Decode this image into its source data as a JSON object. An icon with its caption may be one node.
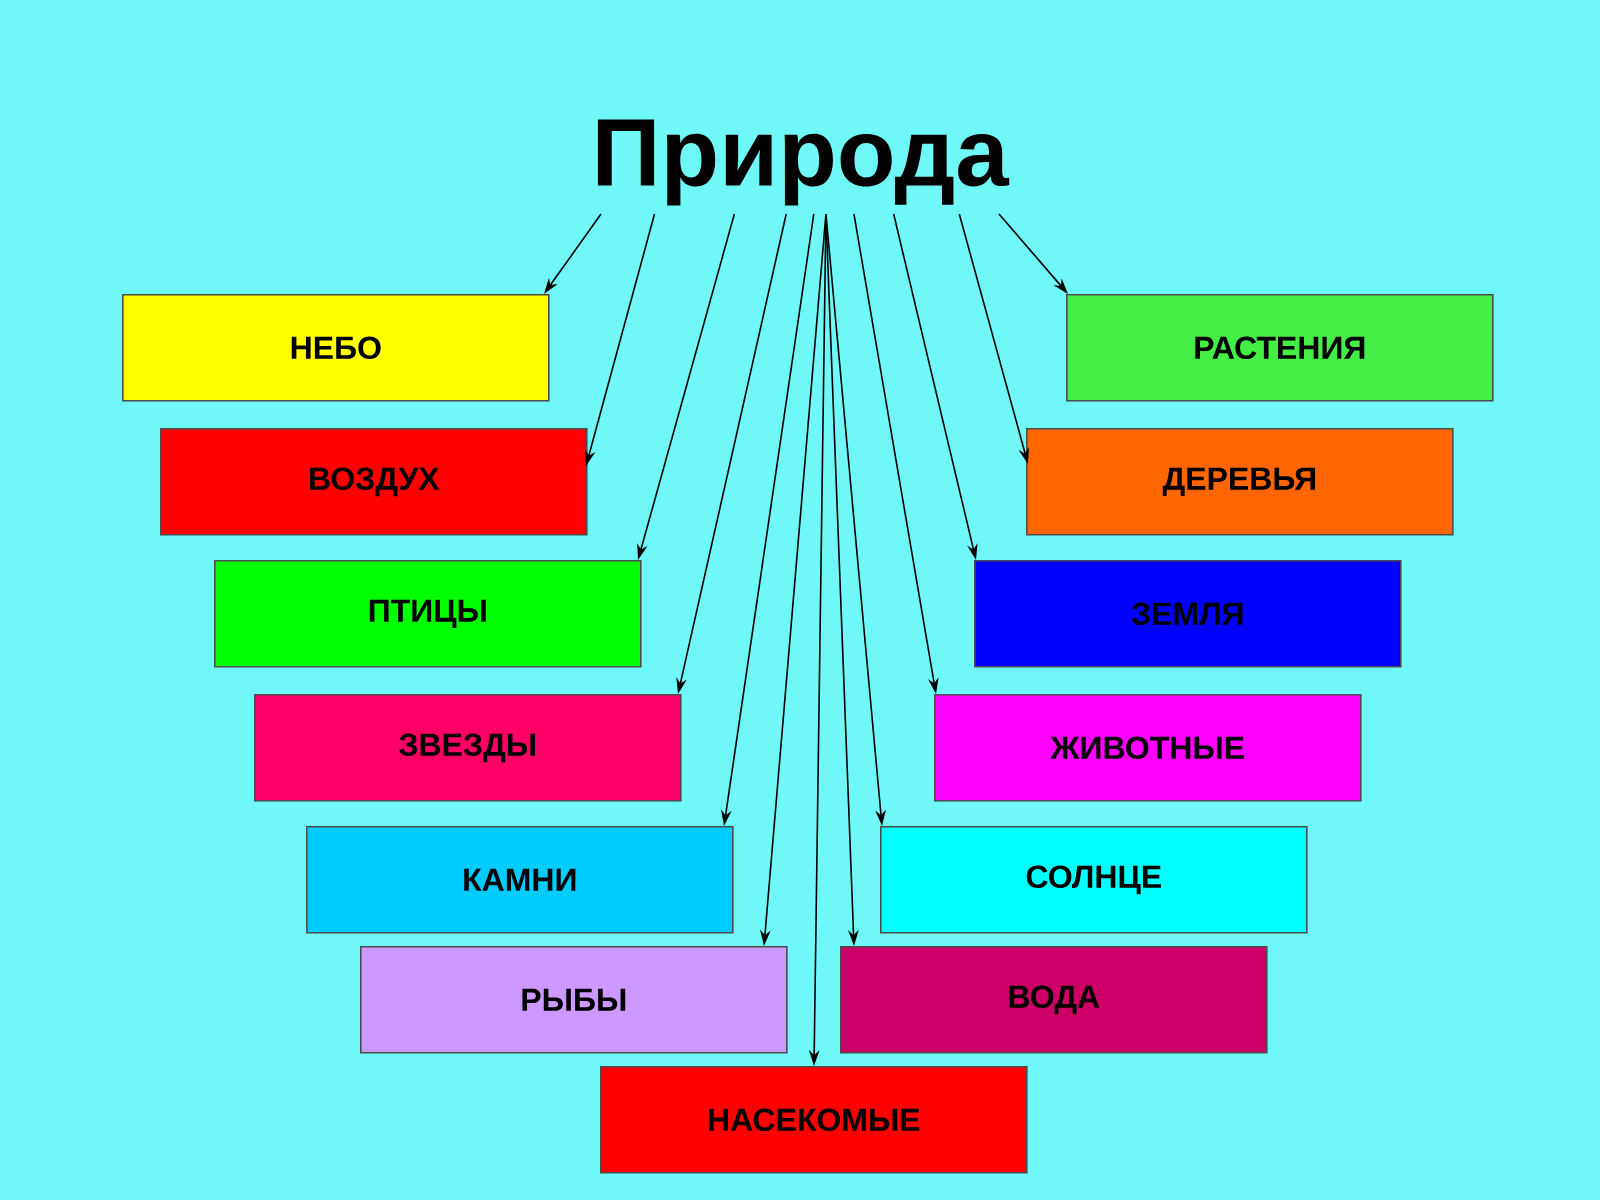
{
  "diagram": {
    "nodes": [
      {
        "text": [
          "Природа"
        ]
      },
      {
        "text": [
          "НЕБО"
        ]
      },
      {
        "text": [
          "РАСТЕНИЯ"
        ]
      },
      {
        "text": [
          "ВОЗДУХ"
        ]
      },
      {
        "text": [
          "ДЕРЕВЬЯ"
        ]
      },
      {
        "text": [
          "ПТИЦЫ"
        ]
      },
      {
        "text": [
          "ЗЕМЛЯ"
        ]
      },
      {
        "text": [
          "ЗВЕЗДЫ"
        ]
      },
      {
        "text": [
          "ЖИВОТНЫЕ"
        ]
      },
      {
        "text": [
          "КАМНИ"
        ]
      },
      {
        "text": [
          "СОЛНЦЕ"
        ]
      },
      {
        "text": [
          "РЫБЫ"
        ]
      },
      {
        "text": [
          "ВОДА"
        ]
      },
      {
        "text": [
          "НАСЕКОМЫЕ"
        ]
      }
    ],
    "edges": [
      {
        "from": 0,
        "to": 1,
        "arrow": "to"
      },
      {
        "from": 0,
        "to": 3,
        "arrow": "to"
      },
      {
        "from": 0,
        "to": 5,
        "arrow": "to"
      },
      {
        "from": 0,
        "to": 7,
        "arrow": "to"
      },
      {
        "from": 0,
        "to": 9,
        "arrow": "to"
      },
      {
        "from": 0,
        "to": 11,
        "arrow": "to"
      },
      {
        "from": 0,
        "to": 13,
        "arrow": "to"
      },
      {
        "from": 0,
        "to": 12,
        "arrow": "to"
      },
      {
        "from": 0,
        "to": 10,
        "arrow": "to"
      },
      {
        "from": 0,
        "to": 8,
        "arrow": "to"
      },
      {
        "from": 0,
        "to": 6,
        "arrow": "to"
      },
      {
        "from": 0,
        "to": 4,
        "arrow": "to"
      },
      {
        "from": 0,
        "to": 2,
        "arrow": "to"
      }
    ]
  }
}
